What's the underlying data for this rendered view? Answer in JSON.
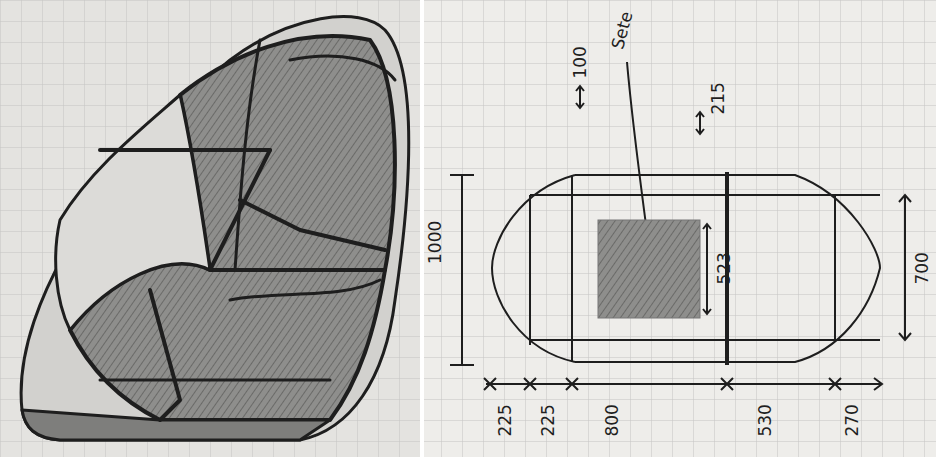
{
  "diagram": {
    "labels": [
      "1000",
      "100",
      "Sete",
      "215",
      "523",
      "700",
      "225",
      "225",
      "800",
      "530",
      "270"
    ]
  }
}
